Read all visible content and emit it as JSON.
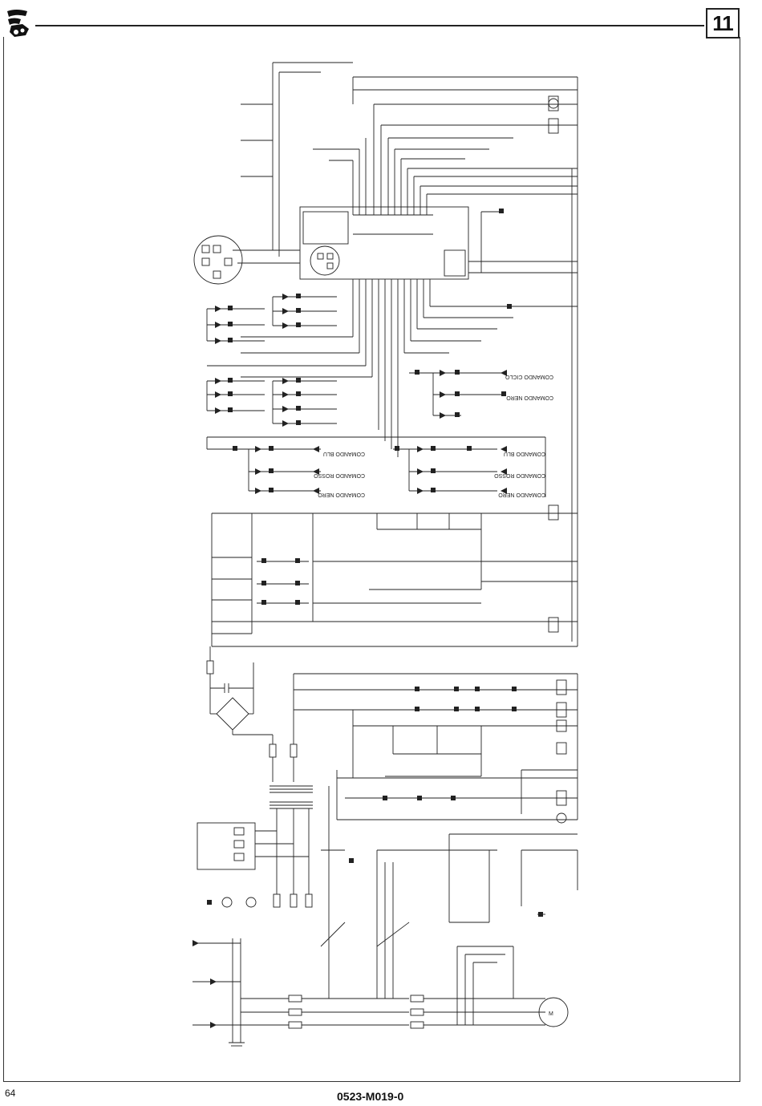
{
  "header": {
    "chapter_number": "11"
  },
  "footer": {
    "page_number": "64",
    "document_code": "0523-M019-0"
  },
  "diagram": {
    "labels": {
      "cmd_1": "COMANDO CICLO",
      "cmd_2": "COMANDO NERO",
      "cmd_3": "COMANDO BLU",
      "cmd_4": "COMANDO ROSSO",
      "cmd_5": "COMANDO NERO",
      "cmd_6": "COMANDO BLU",
      "cmd_7": "COMANDO ROSSO",
      "cmd_8": "COMANDO NERO",
      "motor": "M"
    }
  }
}
